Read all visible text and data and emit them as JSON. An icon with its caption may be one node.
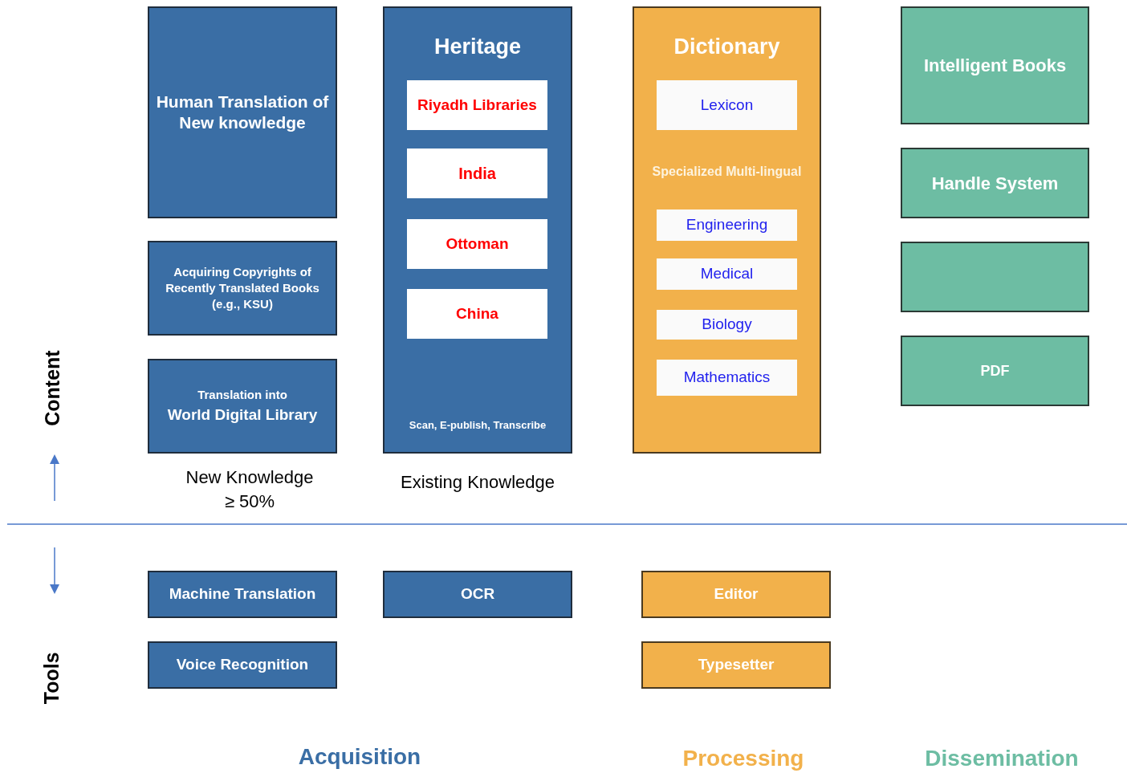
{
  "diagram": {
    "nodes": [
      {
        "text": [
          "Human Translation of New knowledge"
        ]
      },
      {
        "text": [
          "Acquiring Copyrights of Recently Translated Books (e.g., KSU)"
        ]
      },
      {
        "text": [
          "Translation into",
          "World Digital Library"
        ]
      },
      {
        "text": [
          "Heritage",
          "Scan, E-publish, Transcribe"
        ]
      },
      {
        "text": [
          "Riyadh Libraries"
        ],
        "in": 3
      },
      {
        "text": [
          "India"
        ],
        "in": 3
      },
      {
        "text": [
          "Ottoman"
        ],
        "in": 3
      },
      {
        "text": [
          "China"
        ],
        "in": 3
      },
      {
        "text": [
          "Dictionary",
          "Specialized Multi-lingual"
        ]
      },
      {
        "text": [
          "Lexicon"
        ],
        "in": 8
      },
      {
        "text": [
          "Engineering"
        ],
        "in": 8
      },
      {
        "text": [
          "Medical"
        ],
        "in": 8
      },
      {
        "text": [
          "Biology"
        ],
        "in": 8
      },
      {
        "text": [
          "Mathematics"
        ],
        "in": 8
      },
      {
        "text": [
          "Intelligent Books"
        ]
      },
      {
        "text": [
          "Handle System"
        ]
      },
      {
        "text": [],
        "shape": "box"
      },
      {
        "text": [
          "PDF"
        ]
      },
      {
        "text": [
          "Machine Translation"
        ]
      },
      {
        "text": [
          "OCR"
        ]
      },
      {
        "text": [
          "Editor"
        ]
      },
      {
        "text": [
          "Voice Recognition"
        ]
      },
      {
        "text": [
          "Typesetter"
        ]
      }
    ],
    "labels": [
      "Content",
      "New Knowledge ≥ 50%",
      "Existing Knowledge",
      "Tools",
      "Acquisition",
      "Processing",
      "Dissemination"
    ]
  }
}
